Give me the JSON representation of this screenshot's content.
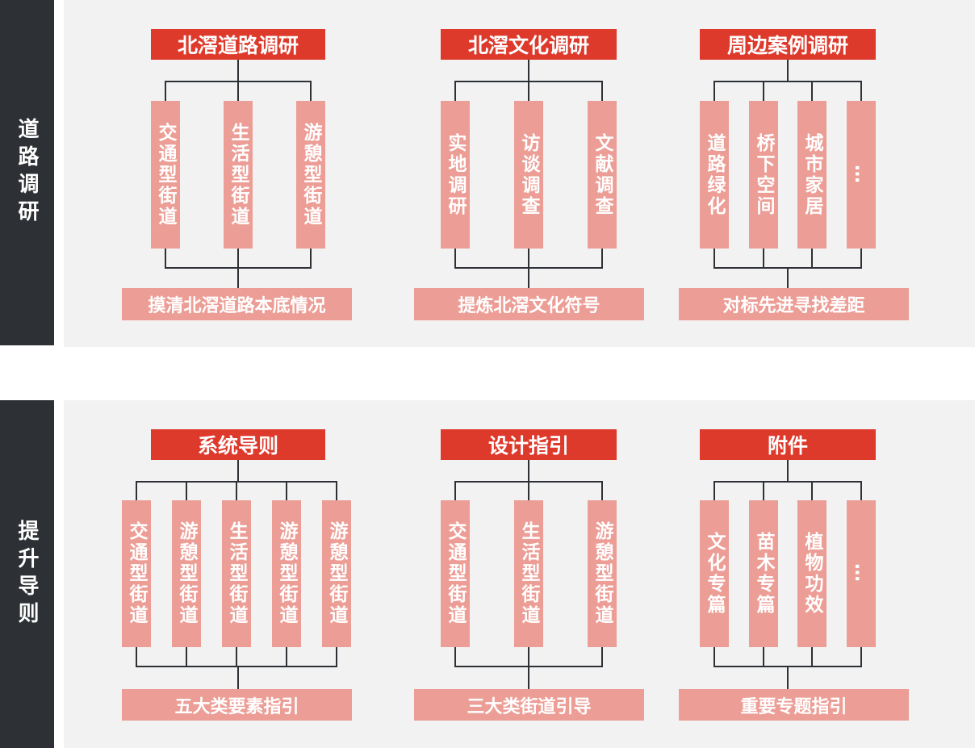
{
  "sections": [
    {
      "label": "道路调研",
      "groups": [
        {
          "title": "北滘道路调研",
          "items": [
            "交通型街道",
            "生活型街道",
            "游憩型街道"
          ],
          "summary": "摸清北滘道路本底情况"
        },
        {
          "title": "北滘文化调研",
          "items": [
            "实地调研",
            "访谈调查",
            "文献调查"
          ],
          "summary": "提炼北滘文化符号"
        },
        {
          "title": "周边案例调研",
          "items": [
            "道路绿化",
            "桥下空间",
            "城市家居",
            "…"
          ],
          "summary": "对标先进寻找差距"
        }
      ]
    },
    {
      "label": "提升导则",
      "groups": [
        {
          "title": "系统导则",
          "items": [
            "交通型街道",
            "游憩型街道",
            "生活型街道",
            "游憩型街道",
            "游憩型街道"
          ],
          "summary": "五大类要素指引"
        },
        {
          "title": "设计指引",
          "items": [
            "交通型街道",
            "生活型街道",
            "游憩型街道"
          ],
          "summary": "三大类街道引导"
        },
        {
          "title": "附件",
          "items": [
            "文化专篇",
            "苗木专篇",
            "植物功效",
            "…"
          ],
          "summary": "重要专题指引"
        }
      ]
    }
  ],
  "colors": {
    "title": "#dd3a2c",
    "item": "#ec9e96",
    "sidebar": "#2d3035",
    "panel": "#f2f2f2",
    "arrow": "#bfbfbf"
  }
}
